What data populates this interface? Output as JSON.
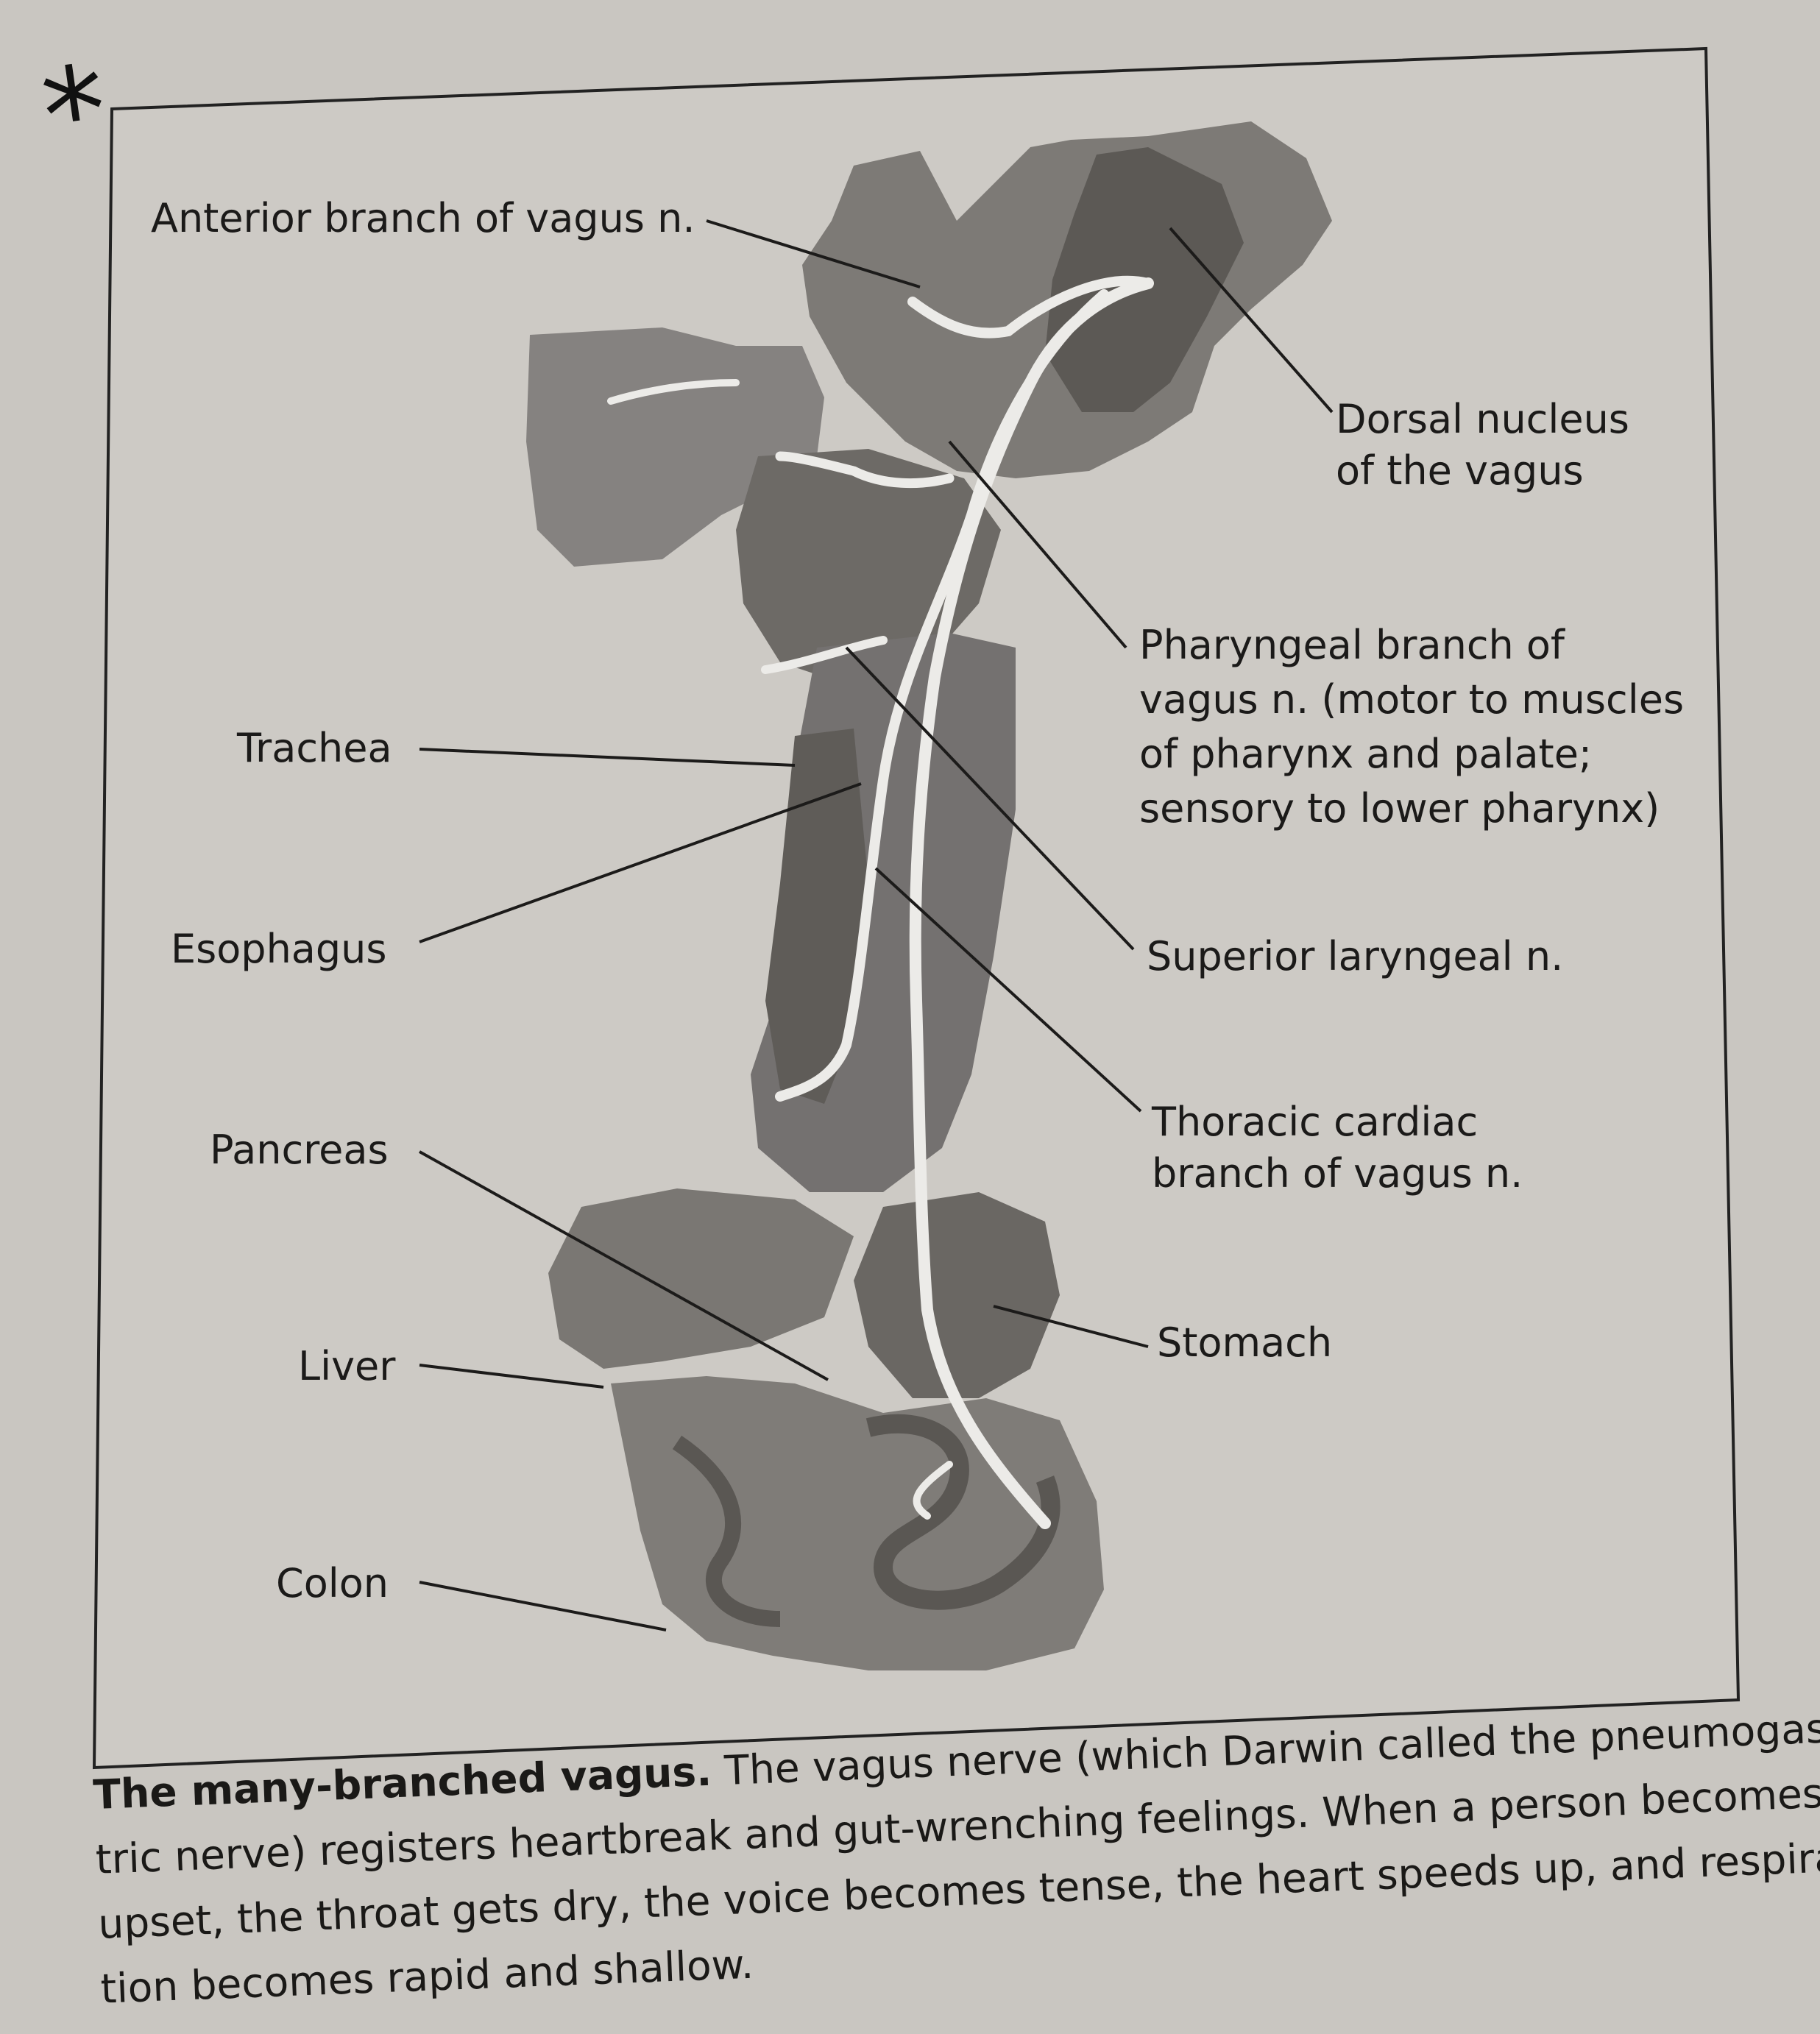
{
  "margin_mark": "*",
  "labels": {
    "anterior_branch": "Anterior branch of vagus n.",
    "dorsal_nucleus": [
      "Dorsal nucleus",
      "of the vagus"
    ],
    "pharyngeal_branch": [
      "Pharyngeal branch of",
      "vagus n. (motor to muscles",
      "of pharynx and palate;",
      "sensory to lower pharynx)"
    ],
    "trachea": "Trachea",
    "esophagus": "Esophagus",
    "superior_laryngeal": "Superior laryngeal n.",
    "thoracic_cardiac": [
      "Thoracic cardiac",
      "branch of vagus n."
    ],
    "pancreas": "Pancreas",
    "stomach": "Stomach",
    "liver": "Liver",
    "colon": "Colon"
  },
  "caption": {
    "title": "The many-branched vagus.",
    "lines": [
      " The vagus nerve (which Darwin called the pneumogas-",
      "tric nerve) registers heartbreak and gut-wrenching feelings. When a person becomes",
      "upset, the throat gets dry, the voice becomes tense, the heart speeds up, and respira-",
      "tion becomes rapid and shallow."
    ]
  },
  "colors": {
    "page": "#c9c6c1",
    "frame": "#222222",
    "organ_dark": "#6f6c69",
    "organ_mid": "#8b8884",
    "nerve": "#ecebe8",
    "text": "#1b1a19"
  }
}
